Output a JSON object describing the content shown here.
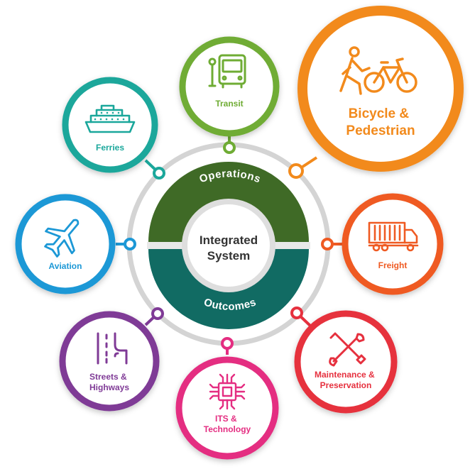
{
  "center": {
    "title_line1": "Integrated",
    "title_line2": "System",
    "top_arc_label": "Operations",
    "bottom_arc_label": "Outcomes",
    "top_color": "#3f6a26",
    "bottom_color": "#116b63",
    "ring_color": "#d4d4d4"
  },
  "nodes": [
    {
      "id": "transit",
      "lines": [
        "Transit"
      ],
      "color": "#6fac34",
      "icon": "bus-icon"
    },
    {
      "id": "bicycle",
      "lines": [
        "Bicycle &",
        "Pedestrian"
      ],
      "color": "#f28a1c",
      "icon": "bicycle-pedestrian-icon"
    },
    {
      "id": "ferries",
      "lines": [
        "Ferries"
      ],
      "color": "#1aa79b",
      "icon": "ferry-icon"
    },
    {
      "id": "aviation",
      "lines": [
        "Aviation"
      ],
      "color": "#1c98d6",
      "icon": "airplane-icon"
    },
    {
      "id": "freight",
      "lines": [
        "Freight"
      ],
      "color": "#ef5a22",
      "icon": "truck-icon"
    },
    {
      "id": "streets",
      "lines": [
        "Streets &",
        "Highways"
      ],
      "color": "#7f3a96",
      "icon": "road-icon"
    },
    {
      "id": "its",
      "lines": [
        "ITS &",
        "Technology"
      ],
      "color": "#e42d81",
      "icon": "chip-icon"
    },
    {
      "id": "maintenance",
      "lines": [
        "Maintenance &",
        "Preservation"
      ],
      "color": "#e6303e",
      "icon": "wrench-icon"
    }
  ]
}
